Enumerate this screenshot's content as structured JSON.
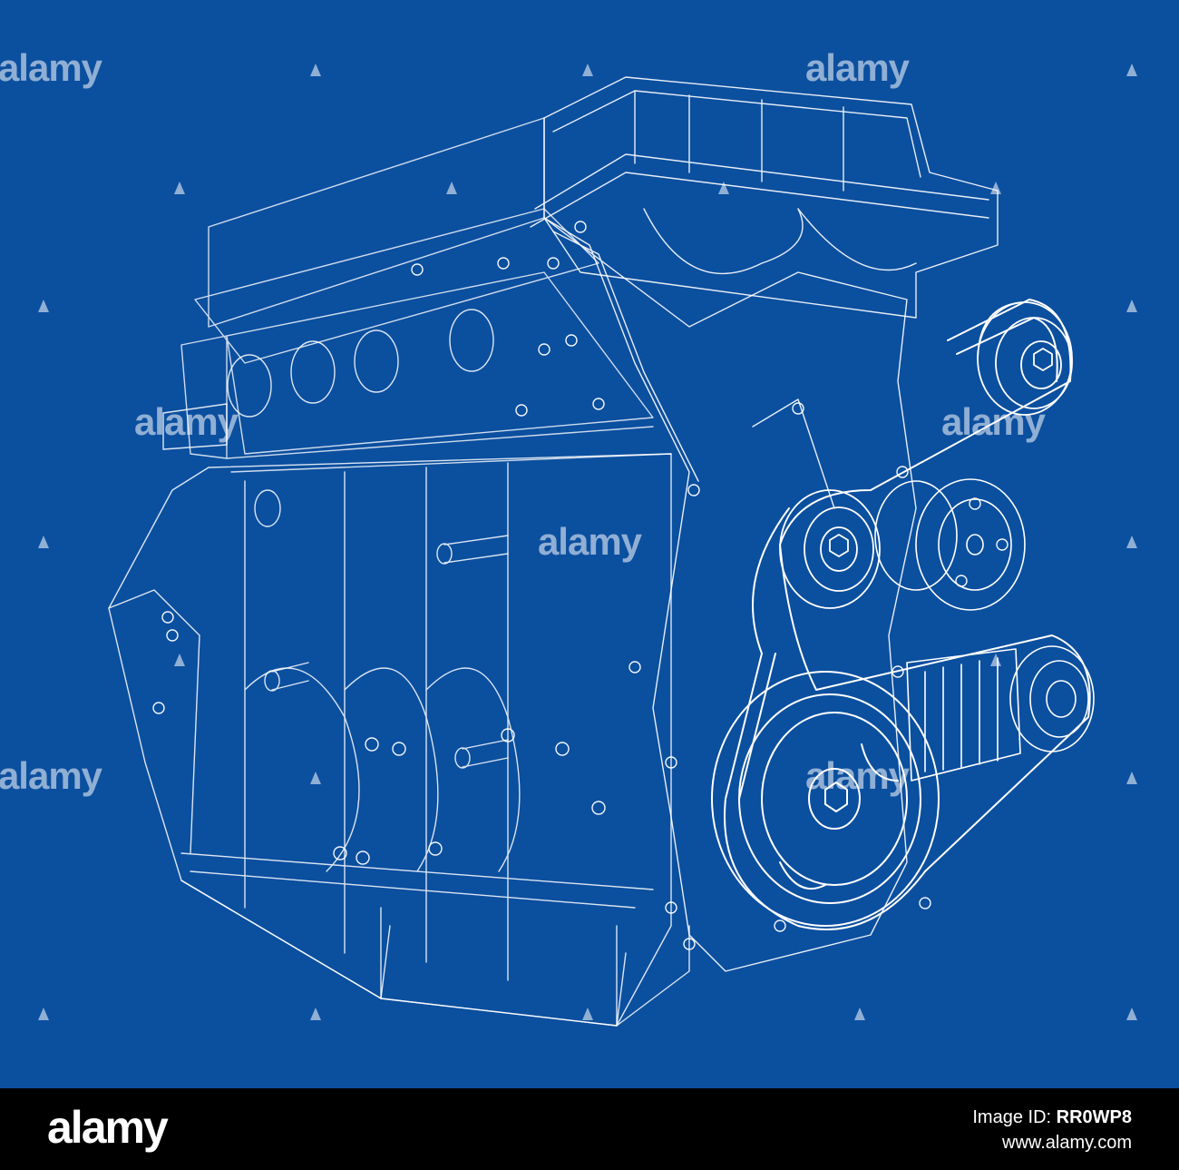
{
  "watermark": {
    "text": "alamy"
  },
  "footer": {
    "logo": "alamy",
    "image_id_label": "Image ID:",
    "image_id": "RR0WP8",
    "site": "www.alamy.com"
  },
  "colors": {
    "background": "#0b4f9f",
    "line": "#ffffff",
    "footer": "#000000"
  }
}
